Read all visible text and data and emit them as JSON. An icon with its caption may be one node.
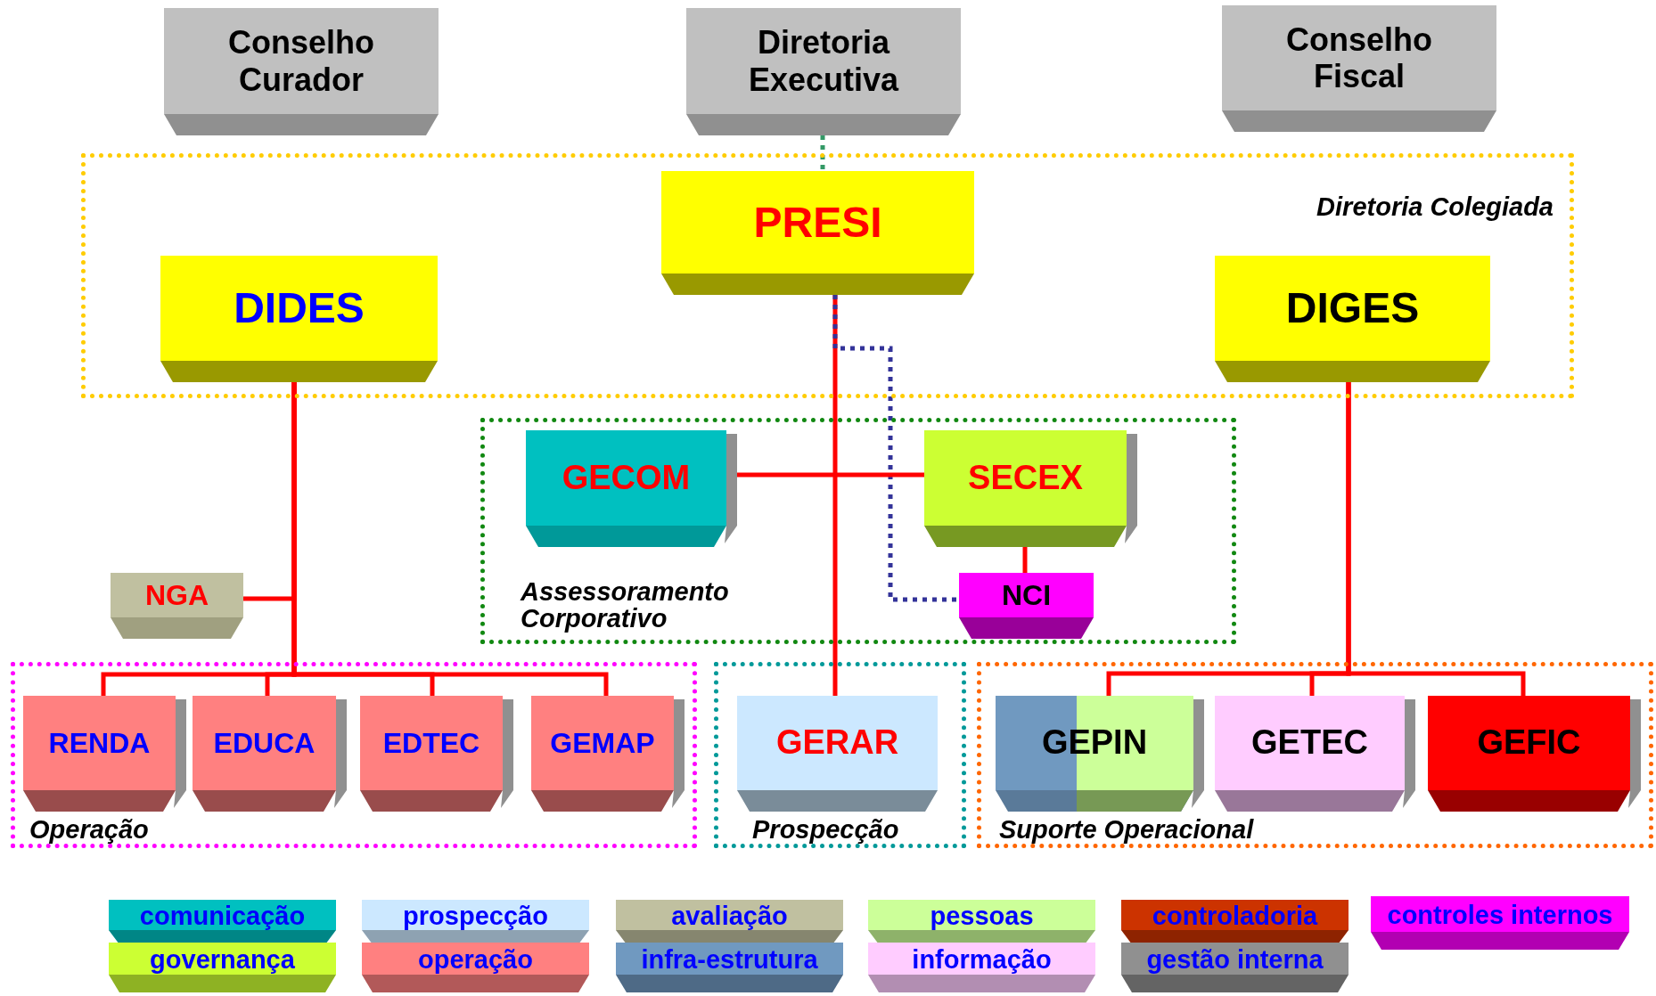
{
  "diagram": {
    "nodes": [
      {
        "text": [
          "Conselho Curador"
        ]
      },
      {
        "text": [
          "Diretoria Executiva"
        ]
      },
      {
        "text": [
          "Conselho Fiscal"
        ]
      },
      {
        "text": [
          "Diretoria Colegiada"
        ]
      },
      {
        "text": [
          "PRESI"
        ],
        "in": 3
      },
      {
        "text": [
          "DIDES"
        ],
        "in": 3
      },
      {
        "text": [
          "DIGES"
        ],
        "in": 3
      },
      {
        "text": [
          "Assessoramento Corporativo"
        ]
      },
      {
        "text": [
          "GECOM"
        ],
        "in": 7
      },
      {
        "text": [
          "SECEX"
        ],
        "in": 7
      },
      {
        "text": [
          "NCI"
        ],
        "in": 7
      },
      {
        "text": [
          "NGA"
        ]
      },
      {
        "text": [
          "Operação"
        ]
      },
      {
        "text": [
          "RENDA"
        ],
        "in": 12
      },
      {
        "text": [
          "EDUCA"
        ],
        "in": 12
      },
      {
        "text": [
          "EDTEC"
        ],
        "in": 12
      },
      {
        "text": [
          "GEMAP"
        ],
        "in": 12
      },
      {
        "text": [
          "Prospecção"
        ]
      },
      {
        "text": [
          "GERAR"
        ],
        "in": 17
      },
      {
        "text": [
          "Suporte Operacional"
        ]
      },
      {
        "text": [
          "GEPIN"
        ],
        "in": 19
      },
      {
        "text": [
          "GETEC"
        ],
        "in": 19
      },
      {
        "text": [
          "GEFIC"
        ],
        "in": 19
      }
    ],
    "edges": [
      {
        "from": 1,
        "to": 4,
        "arrow": "none",
        "style": "dashed",
        "color": "#339966"
      },
      {
        "from": 4,
        "to": 18,
        "arrow": "none"
      },
      {
        "from": 4,
        "to": 10,
        "arrow": "none",
        "style": "dashed",
        "color": "#333399"
      },
      {
        "from": 8,
        "to": 9,
        "arrow": "none"
      },
      {
        "from": 9,
        "to": 10,
        "arrow": "none"
      },
      {
        "from": 11,
        "to": 5,
        "arrow": "none"
      },
      {
        "from": 5,
        "to": 13,
        "arrow": "none"
      },
      {
        "from": 5,
        "to": 14,
        "arrow": "none"
      },
      {
        "from": 5,
        "to": 15,
        "arrow": "none"
      },
      {
        "from": 5,
        "to": 16,
        "arrow": "none"
      },
      {
        "from": 6,
        "to": 20,
        "arrow": "none"
      },
      {
        "from": 6,
        "to": 21,
        "arrow": "none"
      },
      {
        "from": 6,
        "to": 22,
        "arrow": "none"
      }
    ],
    "legend": [
      {
        "text": "comunicação",
        "color": "#00c0c0"
      },
      {
        "text": "prospecção",
        "color": "#cce8ff"
      },
      {
        "text": "avaliação",
        "color": "#c0c0a0"
      },
      {
        "text": "pessoas",
        "color": "#ccff99"
      },
      {
        "text": "controladoria",
        "color": "#cc3300"
      },
      {
        "text": "controles internos",
        "color": "#ff00ff"
      },
      {
        "text": "governança",
        "color": "#ccff33"
      },
      {
        "text": "operação",
        "color": "#ff8080"
      },
      {
        "text": "infra-estrutura",
        "color": "#7099c0"
      },
      {
        "text": "informação",
        "color": "#ffccff"
      },
      {
        "text": "gestão interna",
        "color": "#909090"
      }
    ]
  }
}
